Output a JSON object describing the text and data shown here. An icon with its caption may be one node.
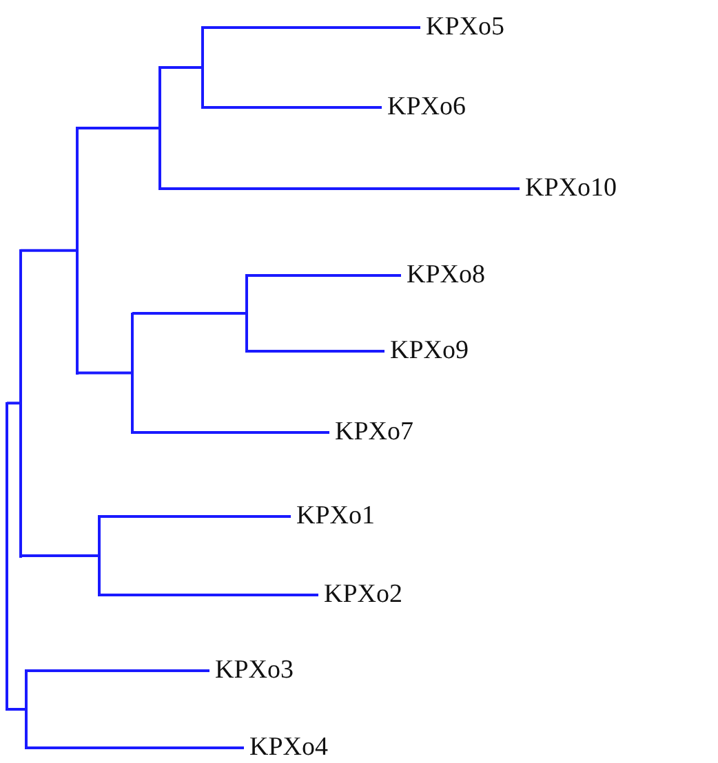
{
  "diagram": {
    "nodes": [
      {
        "text": [
          "KPXo5"
        ]
      },
      {
        "text": [
          "KPXo6"
        ]
      },
      {
        "text": [
          "KPXo10"
        ]
      },
      {
        "text": [
          "KPXo8"
        ]
      },
      {
        "text": [
          "KPXo9"
        ]
      },
      {
        "text": [
          "KPXo7"
        ]
      },
      {
        "text": [
          "KPXo1"
        ]
      },
      {
        "text": [
          "KPXo2"
        ]
      },
      {
        "text": [
          "KPXo3"
        ]
      },
      {
        "text": [
          "KPXo4"
        ]
      },
      {
        "text": [],
        "shape": "bar"
      },
      {
        "text": [],
        "shape": "bar"
      },
      {
        "text": [],
        "shape": "bar"
      },
      {
        "text": [],
        "shape": "bar"
      },
      {
        "text": [],
        "shape": "bar"
      },
      {
        "text": [],
        "shape": "bar"
      },
      {
        "text": [],
        "shape": "bar"
      },
      {
        "text": [],
        "shape": "bar"
      },
      {
        "text": [],
        "shape": "bar"
      }
    ],
    "edges": [
      {
        "from": 10,
        "to": 11,
        "arrow": "none"
      },
      {
        "from": 10,
        "to": 12,
        "arrow": "none"
      },
      {
        "from": 11,
        "to": 13,
        "arrow": "none"
      },
      {
        "from": 11,
        "to": 14,
        "arrow": "none"
      },
      {
        "from": 12,
        "to": 8,
        "arrow": "none"
      },
      {
        "from": 12,
        "to": 9,
        "arrow": "none"
      },
      {
        "from": 13,
        "to": 16,
        "arrow": "none"
      },
      {
        "from": 13,
        "to": 15,
        "arrow": "none"
      },
      {
        "from": 14,
        "to": 6,
        "arrow": "none"
      },
      {
        "from": 14,
        "to": 7,
        "arrow": "none"
      },
      {
        "from": 15,
        "to": 18,
        "arrow": "none"
      },
      {
        "from": 15,
        "to": 5,
        "arrow": "none"
      },
      {
        "from": 16,
        "to": 17,
        "arrow": "none"
      },
      {
        "from": 16,
        "to": 2,
        "arrow": "none"
      },
      {
        "from": 17,
        "to": 0,
        "arrow": "none"
      },
      {
        "from": 17,
        "to": 1,
        "arrow": "none"
      },
      {
        "from": 18,
        "to": 3,
        "arrow": "none"
      },
      {
        "from": 18,
        "to": 4,
        "arrow": "none"
      }
    ]
  }
}
